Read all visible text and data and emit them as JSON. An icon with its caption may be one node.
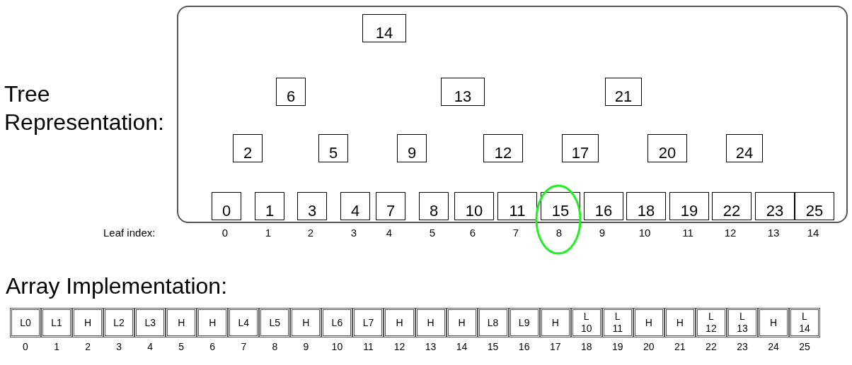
{
  "diagram": {
    "nodes": [
      {
        "text": [],
        "shape": "box"
      },
      {
        "text": [
          "14"
        ],
        "in": 0
      },
      {
        "text": [
          "6"
        ],
        "in": 0
      },
      {
        "text": [
          "13"
        ],
        "in": 0
      },
      {
        "text": [
          "21"
        ],
        "in": 0
      },
      {
        "text": [
          "2"
        ],
        "in": 0
      },
      {
        "text": [
          "5"
        ],
        "in": 0
      },
      {
        "text": [
          "9"
        ],
        "in": 0
      },
      {
        "text": [
          "12"
        ],
        "in": 0
      },
      {
        "text": [
          "17"
        ],
        "in": 0
      },
      {
        "text": [
          "20"
        ],
        "in": 0
      },
      {
        "text": [
          "24"
        ],
        "in": 0
      },
      {
        "text": [
          "0"
        ],
        "in": 0
      },
      {
        "text": [
          "1"
        ],
        "in": 0
      },
      {
        "text": [
          "3"
        ],
        "in": 0
      },
      {
        "text": [
          "4"
        ],
        "in": 0
      },
      {
        "text": [
          "7"
        ],
        "in": 0
      },
      {
        "text": [
          "8"
        ],
        "in": 0
      },
      {
        "text": [
          "10"
        ],
        "in": 0
      },
      {
        "text": [
          "11"
        ],
        "in": 0
      },
      {
        "text": [
          "15"
        ],
        "in": 0
      },
      {
        "text": [
          "16"
        ],
        "in": 0
      },
      {
        "text": [
          "18"
        ],
        "in": 0
      },
      {
        "text": [
          "19"
        ],
        "in": 0
      },
      {
        "text": [
          "22"
        ],
        "in": 0
      },
      {
        "text": [
          "23"
        ],
        "in": 0
      },
      {
        "text": [
          "25"
        ],
        "in": 0
      },
      {
        "text": [
          "L0"
        ]
      },
      {
        "text": [
          "L1"
        ]
      },
      {
        "text": [
          "H"
        ]
      },
      {
        "text": [
          "L2"
        ]
      },
      {
        "text": [
          "L3"
        ]
      },
      {
        "text": [
          "H"
        ]
      },
      {
        "text": [
          "H"
        ]
      },
      {
        "text": [
          "L4"
        ]
      },
      {
        "text": [
          "L5"
        ]
      },
      {
        "text": [
          "H"
        ]
      },
      {
        "text": [
          "L6"
        ]
      },
      {
        "text": [
          "L7"
        ]
      },
      {
        "text": [
          "H"
        ]
      },
      {
        "text": [
          "H"
        ]
      },
      {
        "text": [
          "H"
        ]
      },
      {
        "text": [
          "L8"
        ]
      },
      {
        "text": [
          "L9"
        ]
      },
      {
        "text": [
          "H"
        ]
      },
      {
        "text": [
          "L 10"
        ]
      },
      {
        "text": [
          "L 11"
        ]
      },
      {
        "text": [
          "H"
        ]
      },
      {
        "text": [
          "H"
        ]
      },
      {
        "text": [
          "L 12"
        ]
      },
      {
        "text": [
          "L 13"
        ]
      },
      {
        "text": [
          "H"
        ]
      },
      {
        "text": [
          "L 14"
        ]
      }
    ],
    "edges": [],
    "labels": [
      "Tree Representation:",
      "Leaf index:",
      "0",
      "1",
      "2",
      "3",
      "4",
      "5",
      "6",
      "7",
      "8",
      "9",
      "10",
      "11",
      "12",
      "13",
      "14",
      "Array Implementation:",
      "0",
      "1",
      "2",
      "3",
      "4",
      "5",
      "6",
      "7",
      "8",
      "9",
      "10",
      "11",
      "12",
      "13",
      "14",
      "15",
      "16",
      "17",
      "18",
      "19",
      "20",
      "21",
      "22",
      "23",
      "24",
      "25"
    ]
  }
}
